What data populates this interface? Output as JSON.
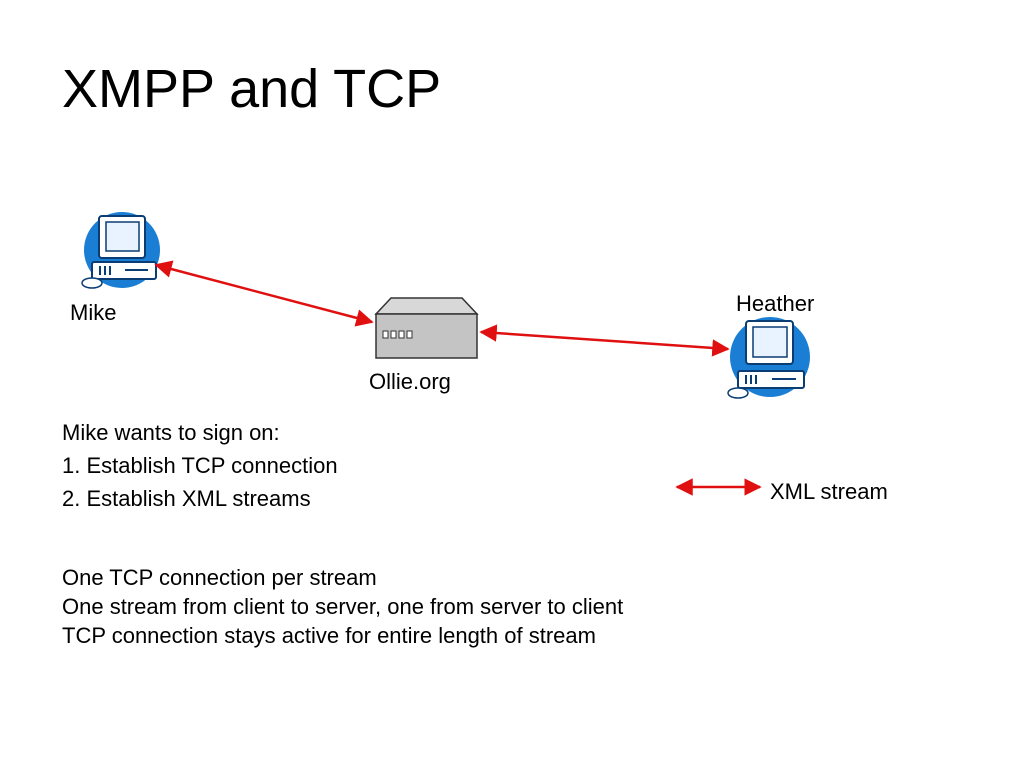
{
  "slide": {
    "title": "XMPP and TCP"
  },
  "diagram": {
    "nodes": {
      "mike": "Mike",
      "server": "Ollie.org",
      "heather": "Heather"
    },
    "legend": {
      "label": "XML stream",
      "color": "#e01010"
    },
    "icons": {
      "client": "desktop-computer-icon",
      "server": "server-icon"
    }
  },
  "steps": {
    "intro": "Mike wants to sign on:",
    "items": [
      "1. Establish TCP connection",
      "2. Establish XML streams"
    ]
  },
  "notes": [
    "One TCP connection per stream",
    "One stream from client to server, one from server to client",
    "TCP connection stays active for entire length of stream"
  ]
}
